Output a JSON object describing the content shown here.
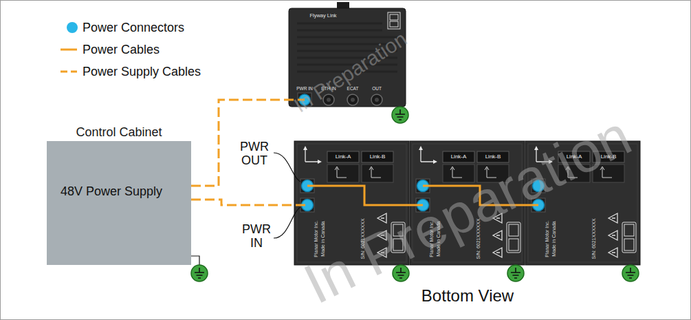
{
  "diagram": {
    "nodes": [
      {
        "text": [
          "Flyway Link",
          "PWR IN",
          "ETH IN",
          "ECAT",
          "OUT"
        ]
      },
      {
        "text": [
          "Control Cabinet",
          "48V Power Supply"
        ]
      },
      {
        "text": [
          "Link-A",
          "Link-B",
          "S/N: 6021XXXXXX",
          "Planar Motor Inc.",
          "Made in Canada"
        ]
      },
      {
        "text": [
          "Link-A",
          "Link-B",
          "S/N: 6021XXXXXX",
          "Planar Motor Inc.",
          "Made in Canada"
        ]
      },
      {
        "text": [
          "Link-A",
          "Link-B",
          "S/N: 6021XXXXXX",
          "Planar Motor Inc.",
          "Made in Canada"
        ]
      }
    ],
    "edges": [
      {
        "from": 1,
        "to": 0,
        "arrow": "none"
      },
      {
        "from": 1,
        "to": 2,
        "arrow": "none"
      },
      {
        "from": 2,
        "to": 3,
        "arrow": "none"
      },
      {
        "from": 3,
        "to": 4,
        "arrow": "none"
      }
    ],
    "labels": [
      "PWR OUT",
      "PWR IN",
      "Bottom View",
      "In Preparation",
      "In Preparation"
    ],
    "legend": [
      {
        "text": "Power Connectors",
        "color": "#29b6e8"
      },
      {
        "text": "Power Cables"
      },
      {
        "text": "Power Supply Cables"
      }
    ]
  }
}
